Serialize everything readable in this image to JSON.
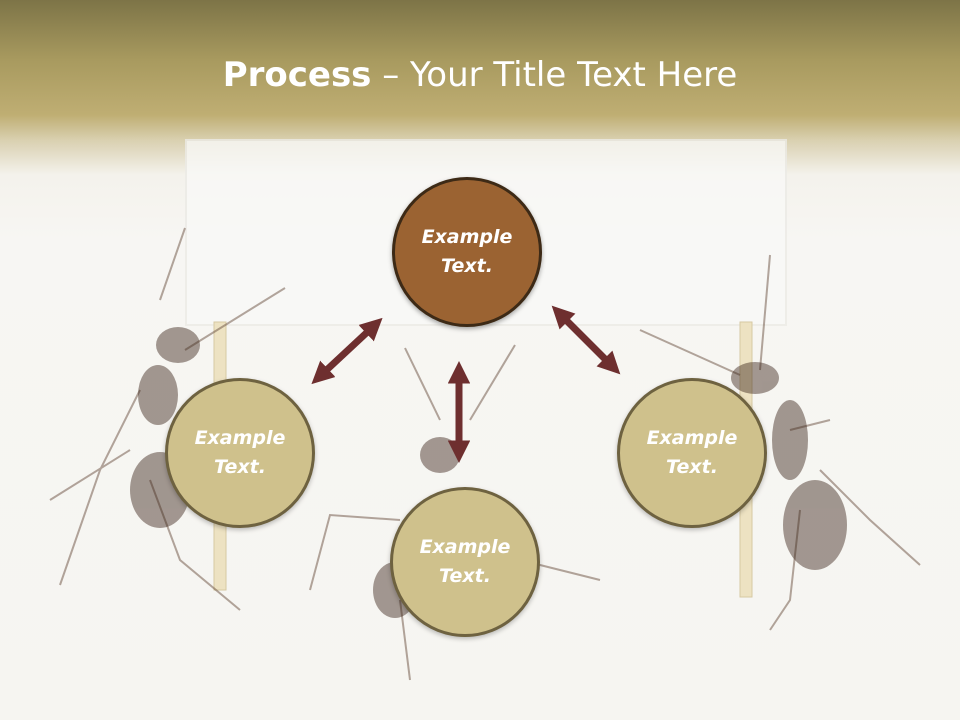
{
  "title": {
    "bold": "Process",
    "rest": " – Your Title Text Here"
  },
  "nodes": {
    "center": "Example\nText.",
    "left": "Example\nText.",
    "bottom": "Example\nText.",
    "right": "Example\nText."
  },
  "colors": {
    "center_fill": "#9b6332",
    "side_fill": "#cfc18c",
    "arrow": "#6e2f2f",
    "header": "#a89a5f"
  },
  "icons": [
    "double-arrow-icon"
  ]
}
